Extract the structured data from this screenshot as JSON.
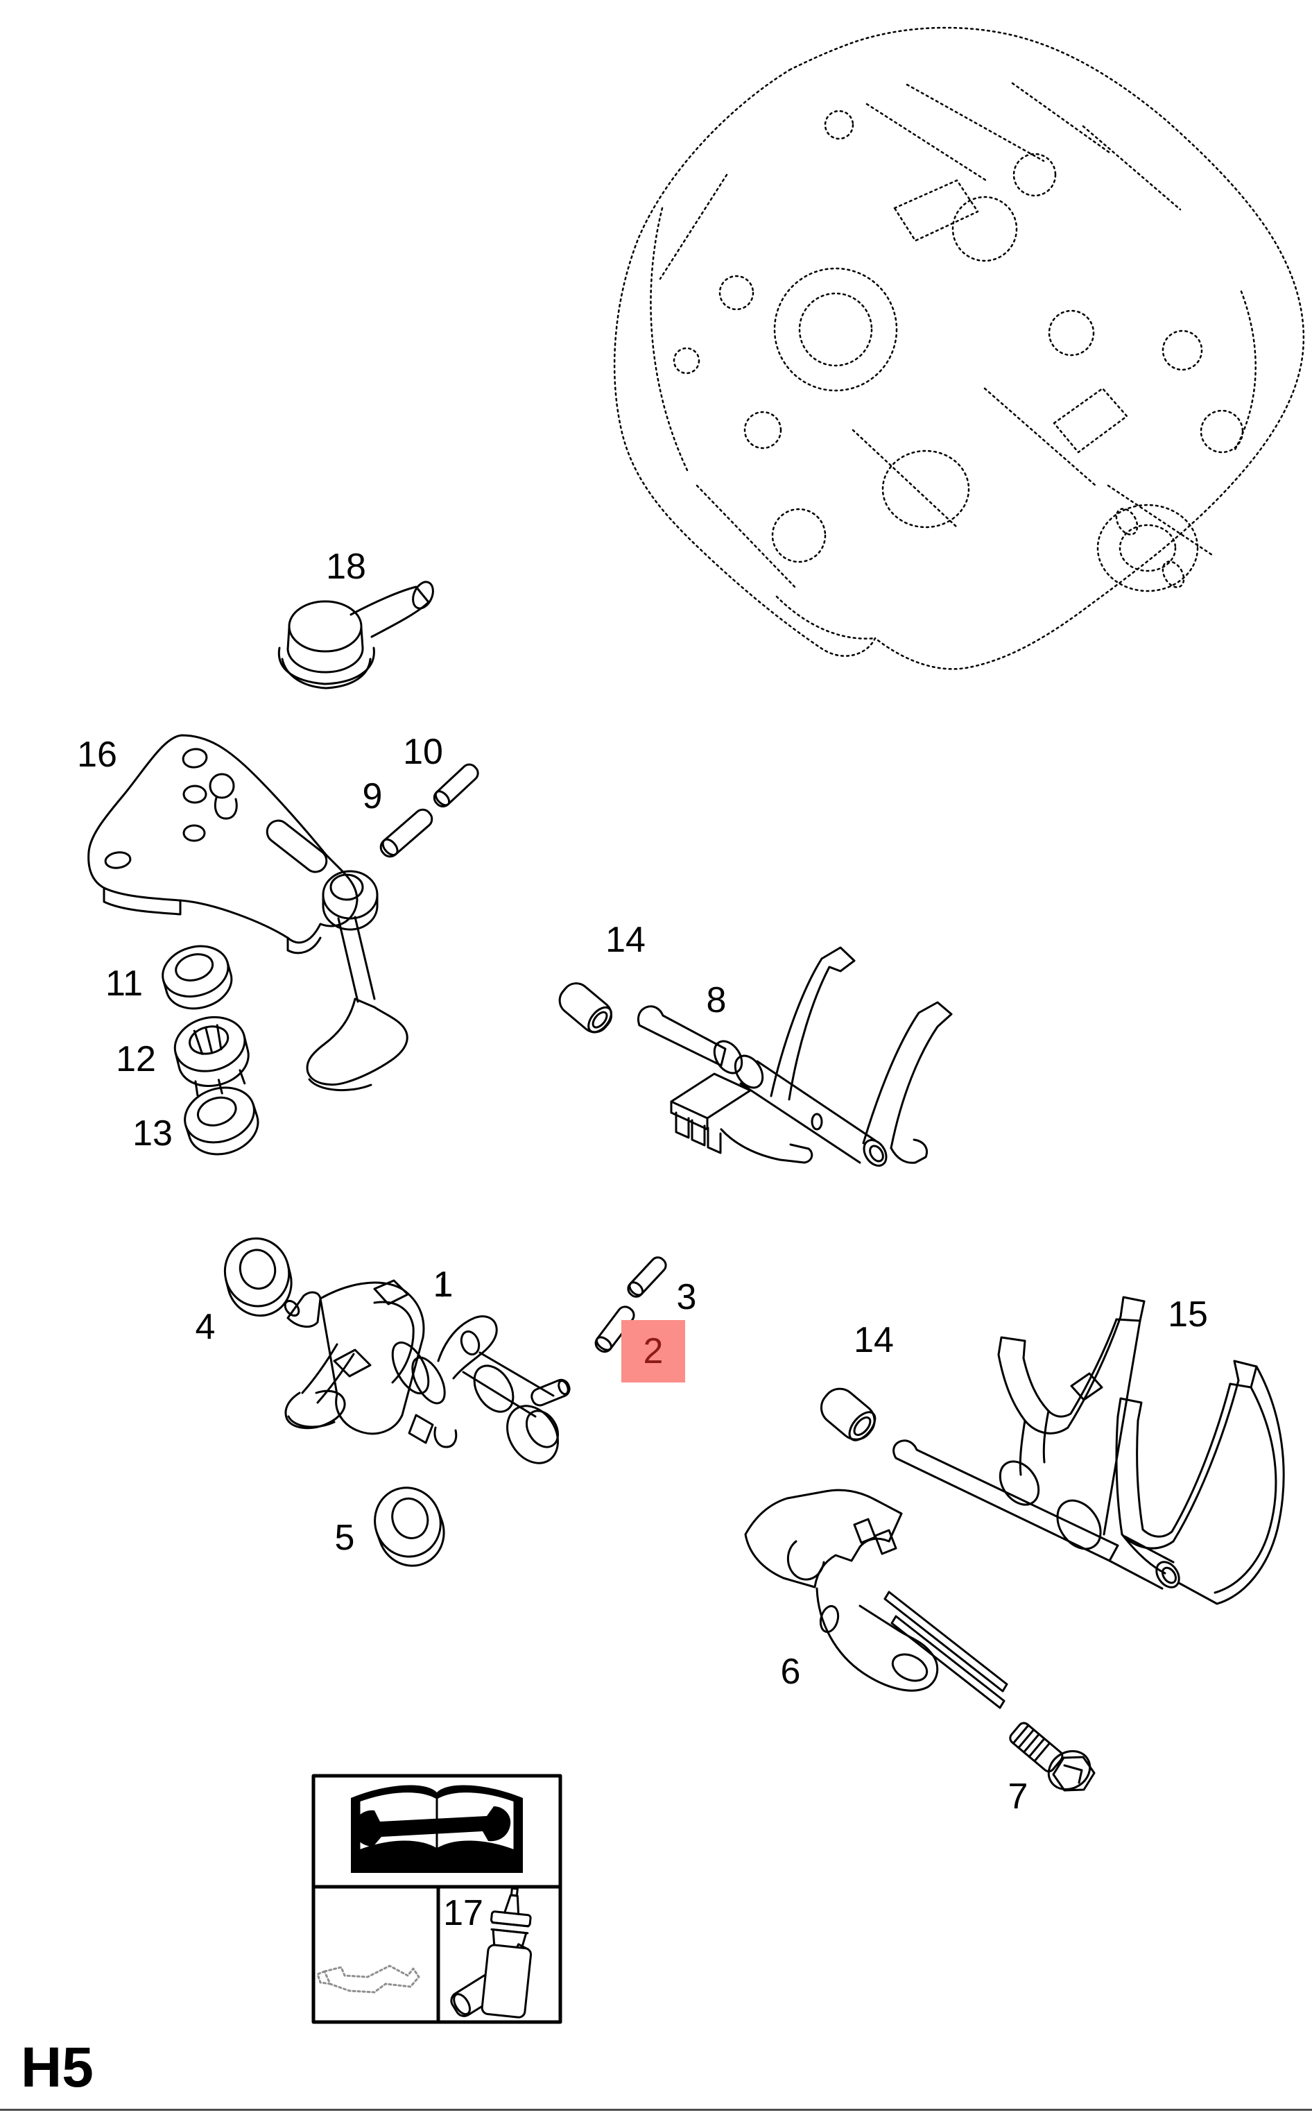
{
  "sheet": {
    "code": "H5"
  },
  "labels": {
    "p1": "1",
    "p2": "2",
    "p3": "3",
    "p4": "4",
    "p5": "5",
    "p6": "6",
    "p7": "7",
    "p8": "8",
    "p9": "9",
    "p10": "10",
    "p11": "11",
    "p12": "12",
    "p13": "13",
    "p14a": "14",
    "p14b": "14",
    "p15": "15",
    "p16": "16",
    "p17": "17",
    "p18": "18"
  },
  "highlight": {
    "part": "2",
    "background": "#fb8e88",
    "text_color": "#8a1b17"
  },
  "colors": {
    "background": "#ffffff",
    "line": "#000000",
    "footer_rule": "#4f4f4f",
    "oil_pan_icon": "#8f8f8f"
  },
  "icons": {
    "gearbox": "gearbox-phantom-illustration",
    "legend_top": "book-wrench-icon",
    "legend_left": "oil-pan-icon",
    "legend_right": "sealant-bottle-icon"
  }
}
